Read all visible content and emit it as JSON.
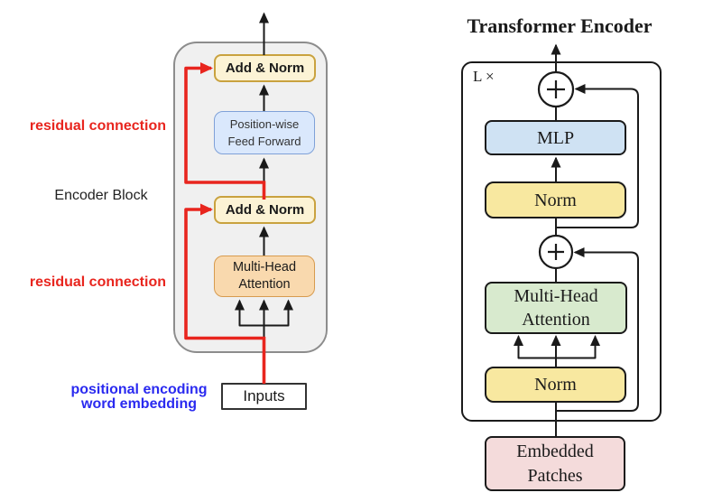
{
  "colors": {
    "ink": "#1a1a1a",
    "red": "#e8251e",
    "blue": "#2a2af0",
    "container-fill": "#f0f0f0",
    "container-stroke": "#8c8c8c",
    "addnorm-fill": "#fcf3d5",
    "addnorm-stroke": "#c9a23f",
    "ff-fill": "#dae8fc",
    "ff-stroke": "#7fa1d8",
    "mha-fill": "#f9d9ae",
    "mha-stroke": "#d79b4f",
    "mlp-fill": "#cfe2f3",
    "norm-fill": "#f8e8a0",
    "vit-mha-fill": "#d8eace",
    "patches-fill": "#f4dbdb"
  },
  "left": {
    "residual_top": "residual connection",
    "residual_bottom": "residual connection",
    "encoder_block": "Encoder Block",
    "annotation_line1": "positional encoding",
    "annotation_line2": "word embedding",
    "add_norm_top": {
      "prefix": "Add &",
      "emph": "Norm"
    },
    "feed_forward": {
      "line1": "Position-wise",
      "line2": "Feed Forward"
    },
    "add_norm_bottom": {
      "prefix": "Add &",
      "emph": "Norm"
    },
    "attention": {
      "line1": "Multi-Head",
      "line2": "Attention"
    },
    "inputs": "Inputs"
  },
  "right": {
    "title": "Transformer Encoder",
    "loop_label": "L ×",
    "mlp": "MLP",
    "norm_top": "Norm",
    "attention": {
      "line1": "Multi-Head",
      "line2": "Attention"
    },
    "norm_bottom": "Norm",
    "embedded": {
      "line1": "Embedded",
      "line2": "Patches"
    }
  }
}
